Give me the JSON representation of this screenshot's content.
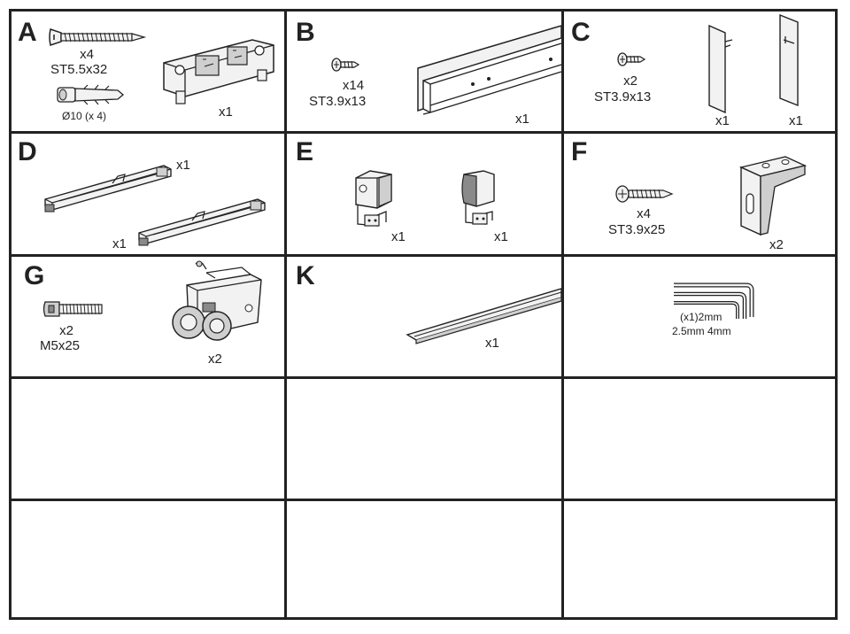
{
  "parts": {
    "A": {
      "letter": "A",
      "screw_qty": "x4",
      "screw_spec": "ST5.5x32",
      "anchor_spec": "Ø10 (x 4)",
      "bracket_qty": "x1"
    },
    "B": {
      "letter": "B",
      "screw_qty": "x14",
      "screw_spec": "ST3.9x13",
      "rail_qty": "x1"
    },
    "C": {
      "letter": "C",
      "screw_qty": "x2",
      "screw_spec": "ST3.9x13",
      "plate1_qty": "x1",
      "plate2_qty": "x1"
    },
    "D": {
      "letter": "D",
      "damper1_qty": "x1",
      "damper2_qty": "x1"
    },
    "E": {
      "letter": "E",
      "stop1_qty": "x1",
      "stop2_qty": "x1"
    },
    "F": {
      "letter": "F",
      "screw_qty": "x4",
      "screw_spec": "ST3.9x25",
      "bracket_qty": "x2"
    },
    "G": {
      "letter": "G",
      "bolt_qty": "x2",
      "bolt_spec": "M5x25",
      "roller_qty": "x2"
    },
    "K": {
      "letter": "K",
      "guide_qty": "x1"
    },
    "hex": {
      "qty_line": "(x1)2mm",
      "sizes_line": "2.5mm 4mm"
    }
  },
  "colors": {
    "line": "#222222",
    "fill_light": "#f2f2f2",
    "fill_mid": "#cfcfcf",
    "fill_dark": "#8a8a8a"
  }
}
